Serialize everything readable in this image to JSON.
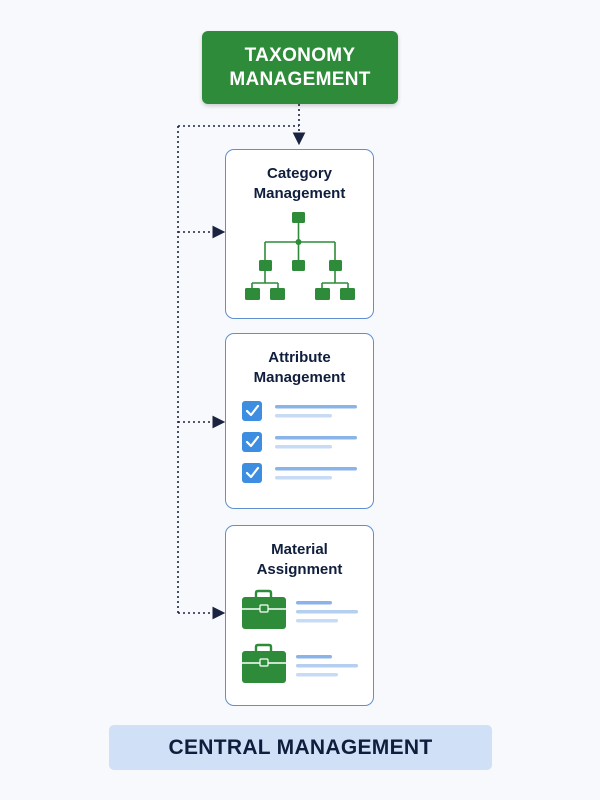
{
  "header": {
    "title_line1": "TAXONOMY",
    "title_line2": "MANAGEMENT"
  },
  "cards": [
    {
      "line1": "Category",
      "line2": "Management",
      "icon": "hierarchy-icon"
    },
    {
      "line1": "Attribute",
      "line2": "Management",
      "icon": "checklist-icon"
    },
    {
      "line1": "Material",
      "line2": "Assignment",
      "icon": "briefcase-icon"
    }
  ],
  "footer": {
    "label": "CENTRAL MANAGEMENT"
  },
  "colors": {
    "header_bg": "#2e8b3a",
    "icon_green": "#2e8b3a",
    "card_border": "#5f8fd0",
    "checkbox_blue": "#3d8de0",
    "footer_bg": "#cfe0f7",
    "text_dark": "#0f1e3c",
    "connector": "#1a2340"
  }
}
